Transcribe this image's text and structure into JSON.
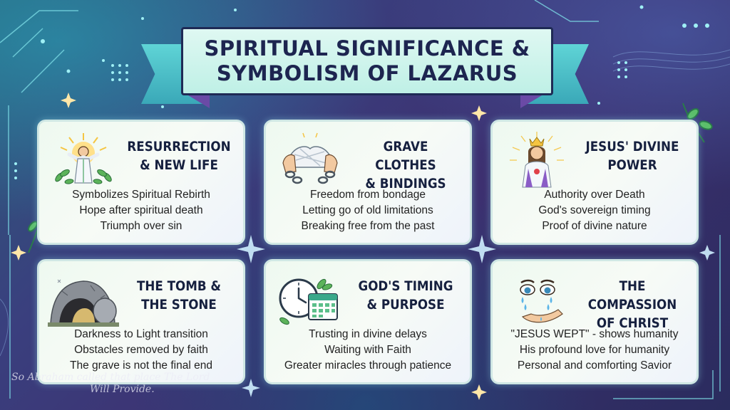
{
  "banner": {
    "line1": "SPIRITUAL SIGNIFICANCE &",
    "line2": "SYMBOLISM OF LAZARUS"
  },
  "cards": [
    {
      "title1": "RESURRECTION",
      "title2": "& NEW LIFE",
      "icon": "risen-jesus-icon",
      "lines": [
        "Symbolizes Spiritual Rebirth",
        "Hope after spiritual death",
        "Triumph over sin"
      ]
    },
    {
      "title1": "GRAVE CLOTHES",
      "title2": "& BINDINGS",
      "icon": "broken-chains-hands-icon",
      "lines": [
        "Freedom from bondage",
        "Letting go of old limitations",
        "Breaking free from the past"
      ]
    },
    {
      "title1": "JESUS' DIVINE",
      "title2": "POWER",
      "icon": "crowned-jesus-icon",
      "lines": [
        "Authority over Death",
        "God's sovereign timing",
        "Proof of divine nature"
      ]
    },
    {
      "title1": "THE TOMB &",
      "title2": "THE STONE",
      "icon": "tomb-stone-icon",
      "lines": [
        "Darkness to Light transition",
        "Obstacles removed by faith",
        "The grave is not the final end"
      ]
    },
    {
      "title1": "GOD'S TIMING",
      "title2": "& PURPOSE",
      "icon": "clock-calendar-icon",
      "lines": [
        "Trusting in divine delays",
        "Waiting with Faith",
        "Greater miracles through patience"
      ]
    },
    {
      "title1": "THE COMPASSION",
      "title2": "OF CHRIST",
      "icon": "weeping-face-icon",
      "lines": [
        "\"JESUS WEPT\" - shows humanity",
        "His profound love for humanity",
        "Personal and comforting Savior"
      ]
    }
  ],
  "watermark": {
    "line1": "So Abraham called that place The Lord",
    "line2": "Will Provide."
  },
  "colors": {
    "banner": "#bff0e6",
    "ribbon": "#5fd4d6",
    "title_text": "#16203f",
    "glow": "#8fe3ea"
  }
}
